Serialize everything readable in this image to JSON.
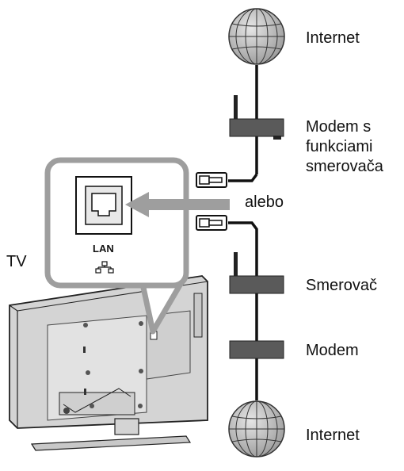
{
  "labels": {
    "internet_top": "Internet",
    "modem_router_line1": "Modem s",
    "modem_router_line2": "funkciami",
    "modem_router_line3": "smerovača",
    "alebo": "alebo",
    "tv": "TV",
    "router": "Smerovač",
    "modem": "Modem",
    "internet_bottom": "Internet",
    "lan": "LAN"
  },
  "colors": {
    "cable": "#111111",
    "device": "#555555",
    "globe": "#bdbdbd",
    "callout": "#9e9e9e",
    "tv_body": "#d9d9d9"
  }
}
